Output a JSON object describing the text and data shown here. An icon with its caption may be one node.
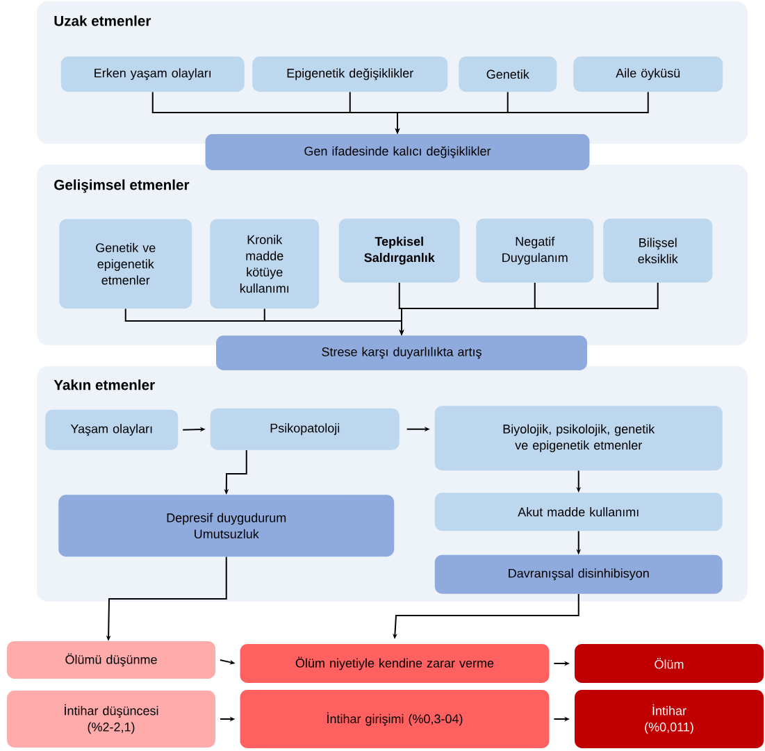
{
  "diagram": {
    "nodes": [
      {
        "text": [
          "Uzak etmenler"
        ]
      },
      {
        "text": [
          "Erken yaşam olayları"
        ],
        "in": 0
      },
      {
        "text": [
          "Epigenetik değişiklikler"
        ],
        "in": 0
      },
      {
        "text": [
          "Genetik"
        ],
        "in": 0
      },
      {
        "text": [
          "Aile öyküsü"
        ],
        "in": 0
      },
      {
        "text": [
          "Gen ifadesinde kalıcı değişiklikler"
        ]
      },
      {
        "text": [
          "Gelişimsel etmenler"
        ]
      },
      {
        "text": [
          "Genetik ve epigenetik etmenler"
        ],
        "in": 6
      },
      {
        "text": [
          "Kronik madde kötüye kullanımı"
        ],
        "in": 6
      },
      {
        "text": [
          "Tepkisel Saldırganlık"
        ],
        "in": 6
      },
      {
        "text": [
          "Negatif Duygulanım"
        ],
        "in": 6
      },
      {
        "text": [
          "Bilişsel eksiklik"
        ],
        "in": 6
      },
      {
        "text": [
          "Strese karşı duyarlılıkta artış"
        ]
      },
      {
        "text": [
          "Yakın etmenler"
        ]
      },
      {
        "text": [
          "Yaşam olayları"
        ],
        "in": 13
      },
      {
        "text": [
          "Psikopatoloji"
        ],
        "in": 13
      },
      {
        "text": [
          "Biyolojik, psikolojik, genetik ve epigenetik etmenler"
        ],
        "in": 13
      },
      {
        "text": [
          "Depresif duygudurum",
          "Umutsuzluk"
        ],
        "in": 13
      },
      {
        "text": [
          "Akut madde kullanımı"
        ],
        "in": 13
      },
      {
        "text": [
          "Davranışsal disinhibisyon"
        ],
        "in": 13
      },
      {
        "text": [
          "Ölümü düşünme"
        ]
      },
      {
        "text": [
          "Ölüm niyetiyle kendine zarar verme"
        ]
      },
      {
        "text": [
          "Ölüm"
        ]
      },
      {
        "text": [
          "İntihar düşüncesi (%2-2,1)"
        ]
      },
      {
        "text": [
          "İntihar girişimi (%0,3-04)"
        ]
      },
      {
        "text": [
          "İntihar (%0,011)"
        ]
      }
    ],
    "edges": [
      {
        "from": 1,
        "to": 5,
        "arrow": "to"
      },
      {
        "from": 2,
        "to": 5,
        "arrow": "to"
      },
      {
        "from": 3,
        "to": 5,
        "arrow": "to"
      },
      {
        "from": 4,
        "to": 5,
        "arrow": "to"
      },
      {
        "from": 7,
        "to": 12,
        "arrow": "to"
      },
      {
        "from": 8,
        "to": 12,
        "arrow": "to"
      },
      {
        "from": 9,
        "to": 12,
        "arrow": "to"
      },
      {
        "from": 10,
        "to": 12,
        "arrow": "to"
      },
      {
        "from": 11,
        "to": 12,
        "arrow": "to"
      },
      {
        "from": 14,
        "to": 15,
        "arrow": "to"
      },
      {
        "from": 15,
        "to": 16,
        "arrow": "to"
      },
      {
        "from": 15,
        "to": 17,
        "arrow": "to"
      },
      {
        "from": 16,
        "to": 18,
        "arrow": "to"
      },
      {
        "from": 18,
        "to": 19,
        "arrow": "to"
      },
      {
        "from": 17,
        "to": 20,
        "arrow": "to"
      },
      {
        "from": 19,
        "to": 21,
        "arrow": "to"
      },
      {
        "from": 20,
        "to": 21,
        "arrow": "to"
      },
      {
        "from": 21,
        "to": 22,
        "arrow": "to"
      },
      {
        "from": 23,
        "to": 24,
        "arrow": "to"
      },
      {
        "from": 24,
        "to": 25,
        "arrow": "to"
      }
    ]
  }
}
